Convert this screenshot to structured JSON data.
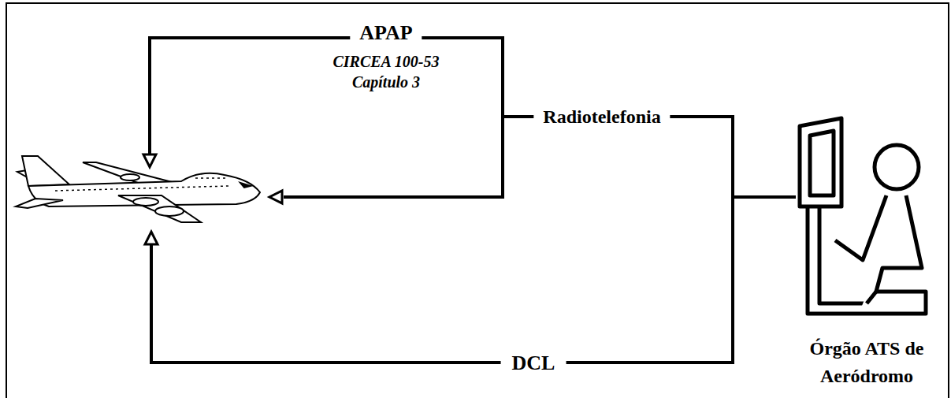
{
  "diagram": {
    "nodes": [
      {
        "text": [
          "Órgão ATS de Aeródromo"
        ]
      }
    ],
    "labels": [
      "APAP",
      "CIRCEA 100-53",
      "Capítulo 3",
      "Radiotelefonia",
      "DCL"
    ]
  }
}
